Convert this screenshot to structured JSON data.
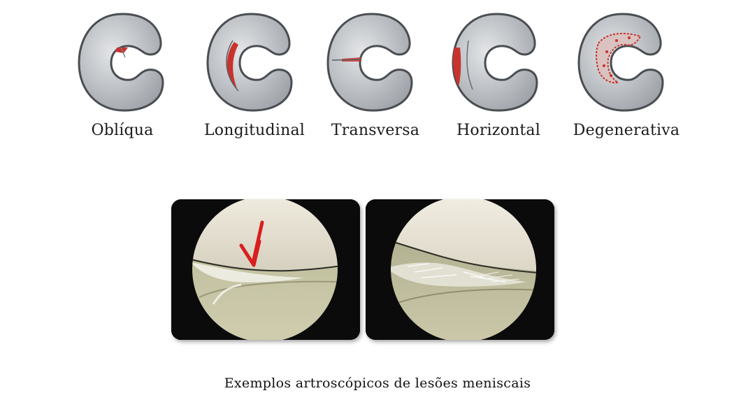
{
  "tear_types": [
    {
      "label": "Oblíqua",
      "icon": "oblique-tear-meniscus-icon"
    },
    {
      "label": "Longitudinal",
      "icon": "longitudinal-tear-meniscus-icon"
    },
    {
      "label": "Transversa",
      "icon": "transverse-tear-meniscus-icon"
    },
    {
      "label": "Horizontal",
      "icon": "horizontal-tear-meniscus-icon"
    },
    {
      "label": "Degenerativa",
      "icon": "degenerative-tear-meniscus-icon"
    }
  ],
  "photos": [
    "arthroscopic-photo-with-arrow",
    "arthroscopic-photo-frayed-meniscus"
  ],
  "caption": "Exemplos artroscópicos de lesões meniscais",
  "colors": {
    "meniscus_fill": "#c9ccd0",
    "meniscus_edge": "#4a4d52",
    "tear": "#c8332e",
    "arrow": "#d81e1e"
  }
}
